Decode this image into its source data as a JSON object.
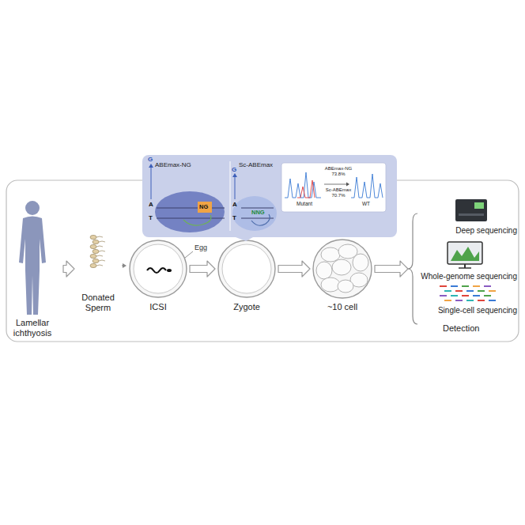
{
  "diagram": {
    "nodes": [
      {
        "text": [
          "Lamellar ichthyosis"
        ]
      },
      {
        "text": [
          "Donated Sperm"
        ]
      },
      {
        "text": [
          "ICSI"
        ]
      },
      {
        "text": [
          "Zygote"
        ]
      },
      {
        "text": [
          "~10 cell"
        ]
      },
      {
        "text": [
          "ABEmax-NG"
        ]
      },
      {
        "text": [
          "Sc-ABEmax"
        ]
      },
      {
        "text": [
          "Mutant",
          "ABEmax-NG 73.8%",
          "Sc-ABEmax 70.7%",
          "WT"
        ]
      },
      {
        "text": [
          "Deep sequencing"
        ]
      },
      {
        "text": [
          "Whole-genome sequencing"
        ]
      },
      {
        "text": [
          "Single-cell sequencing"
        ]
      }
    ],
    "edges": [
      {
        "from": 0,
        "to": 1,
        "arrow": "to"
      },
      {
        "from": 1,
        "to": 2,
        "arrow": "to"
      },
      {
        "from": 2,
        "to": 3,
        "arrow": "to"
      },
      {
        "from": 3,
        "to": 4,
        "arrow": "to"
      },
      {
        "from": 4,
        "to": 9,
        "arrow": "to"
      }
    ],
    "labels": [
      "Egg",
      "G",
      "A",
      "T",
      "NG",
      "G",
      "A",
      "T",
      "NNG",
      "Detection"
    ]
  }
}
